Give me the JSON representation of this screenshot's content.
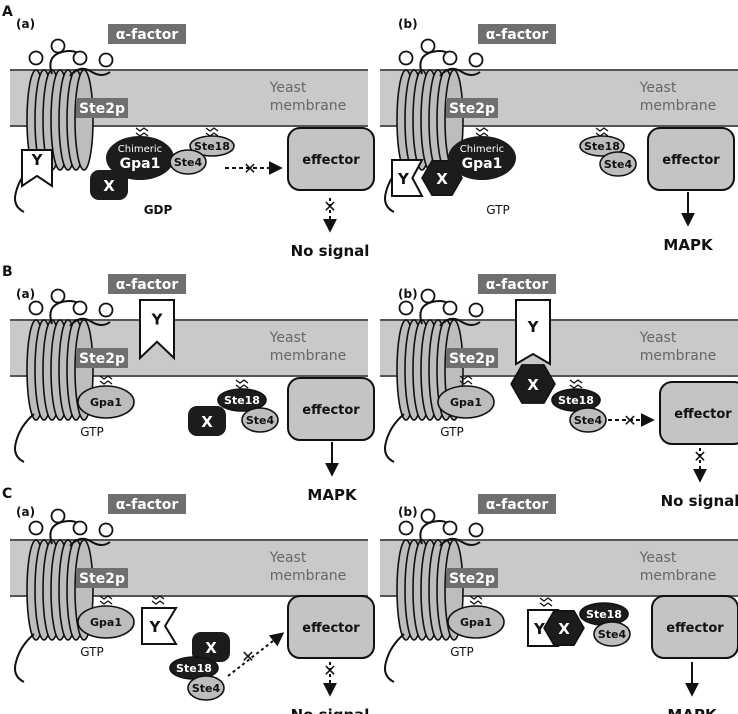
{
  "sections": [
    "A",
    "B",
    "C"
  ],
  "sublabels": [
    "(a)",
    "(b)"
  ],
  "ligand": "α-factor",
  "receptor": "Ste2p",
  "membrane": "Yeast\nmembrane",
  "membrane_line1": "Yeast",
  "membrane_line2": "membrane",
  "effector": "effector",
  "gpa1": "Gpa1",
  "chimeric": "Chimeric",
  "ste18": "Ste18",
  "ste4": "Ste4",
  "x": "X",
  "y": "Y",
  "gdp": "GDP",
  "gtp": "GTP",
  "no_signal": "No signal",
  "mapk": "MAPK",
  "colors": {
    "membrane": "#c9c9c9",
    "label_box": "#6f6f6f",
    "protein_light": "#bdbdbd",
    "protein_dark": "#1c1c1c",
    "effector": "#c4c4c4"
  }
}
